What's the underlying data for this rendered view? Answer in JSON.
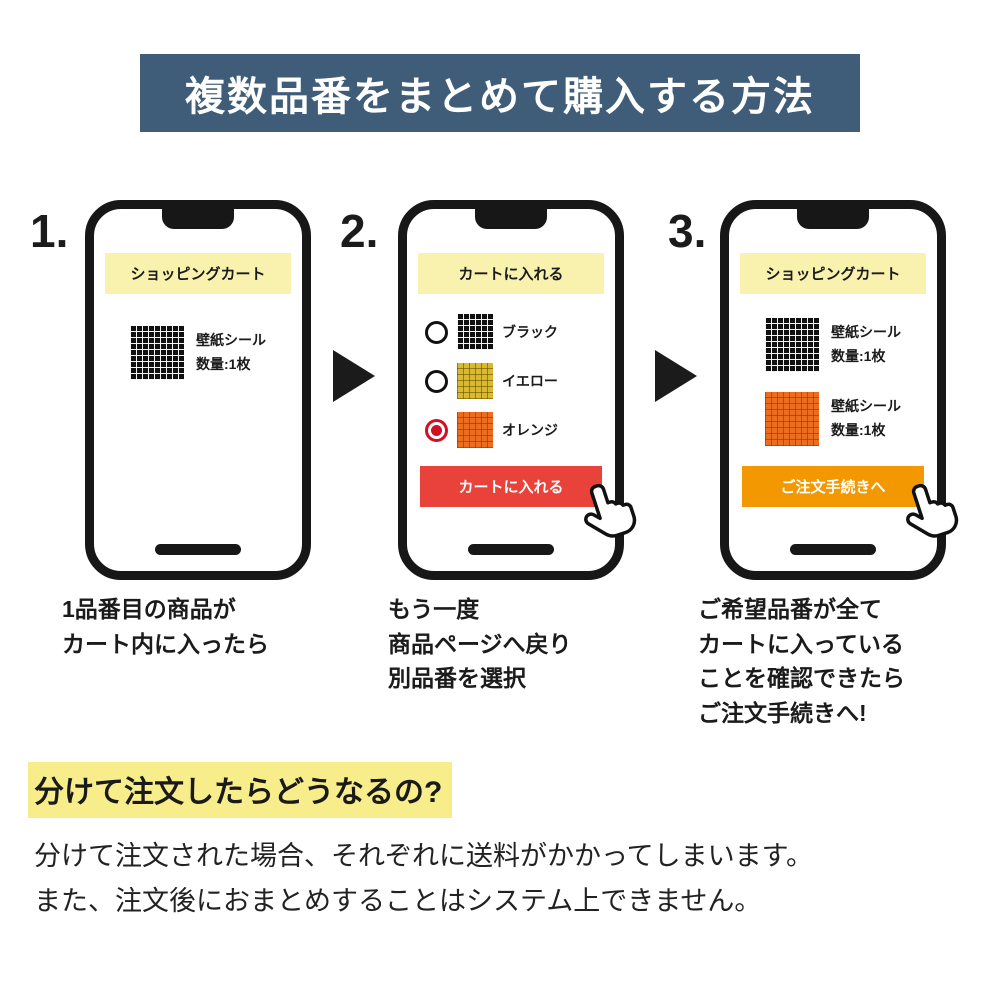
{
  "header": {
    "title": "複数品番をまとめて購入する方法"
  },
  "colors": {
    "header_bg": "#3f5d78",
    "phone_banner_bg": "#f8f2ae",
    "red_button": "#e8423a",
    "orange_button": "#f39800",
    "highlight": "#f7ee8b",
    "selected_radio": "#cf1126"
  },
  "steps": {
    "one": {
      "number": "1.",
      "banner": "ショッピングカート",
      "item1": "壁紙シール\n数量:1枚",
      "caption": "1品番目の商品が\nカート内に入ったら"
    },
    "two": {
      "number": "2.",
      "banner": "カートに入れる",
      "options": [
        {
          "label": "ブラック",
          "selected": false,
          "swatch": "black"
        },
        {
          "label": "イエロー",
          "selected": false,
          "swatch": "yellow"
        },
        {
          "label": "オレンジ",
          "selected": true,
          "swatch": "orange"
        }
      ],
      "button": "カートに入れる",
      "caption": "もう一度\n商品ページへ戻り\n別品番を選択"
    },
    "three": {
      "number": "3.",
      "banner": "ショッピングカート",
      "item1": "壁紙シール\n数量:1枚",
      "item2": "壁紙シール\n数量:1枚",
      "button": "ご注文手続きへ",
      "caption": "ご希望品番が全て\nカートに入っている\nことを確認できたら\nご注文手続きへ!"
    }
  },
  "faq": {
    "heading": "分けて注文したらどうなるの?",
    "body": "分けて注文された場合、それぞれに送料がかかってしまいます。\nまた、注文後におまとめすることはシステム上できません。"
  }
}
